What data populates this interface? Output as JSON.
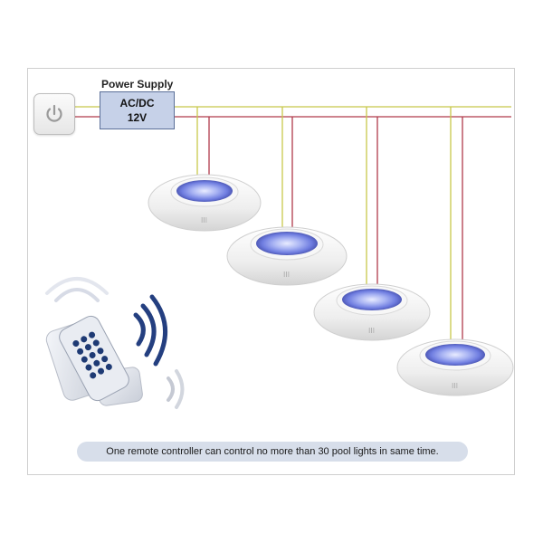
{
  "power_supply": {
    "title": "Power Supply",
    "line1": "AC/DC",
    "line2": "12V"
  },
  "icons": {
    "power": "power-icon",
    "remote": "remote-control-icon",
    "signal": "wireless-signal-icon",
    "light": "pool-light-icon"
  },
  "lights": [
    {
      "name": "pool-light-1"
    },
    {
      "name": "pool-light-2"
    },
    {
      "name": "pool-light-3"
    },
    {
      "name": "pool-light-4"
    }
  ],
  "caption": "One remote controller can control no more than 30 pool lights in same time.",
  "colors": {
    "wire_yellow": "#c8c84a",
    "wire_red": "#b03a4a",
    "supply_fill": "#c6d1e8",
    "signal_blue": "#243f80",
    "caption_bg": "#d7deea"
  }
}
